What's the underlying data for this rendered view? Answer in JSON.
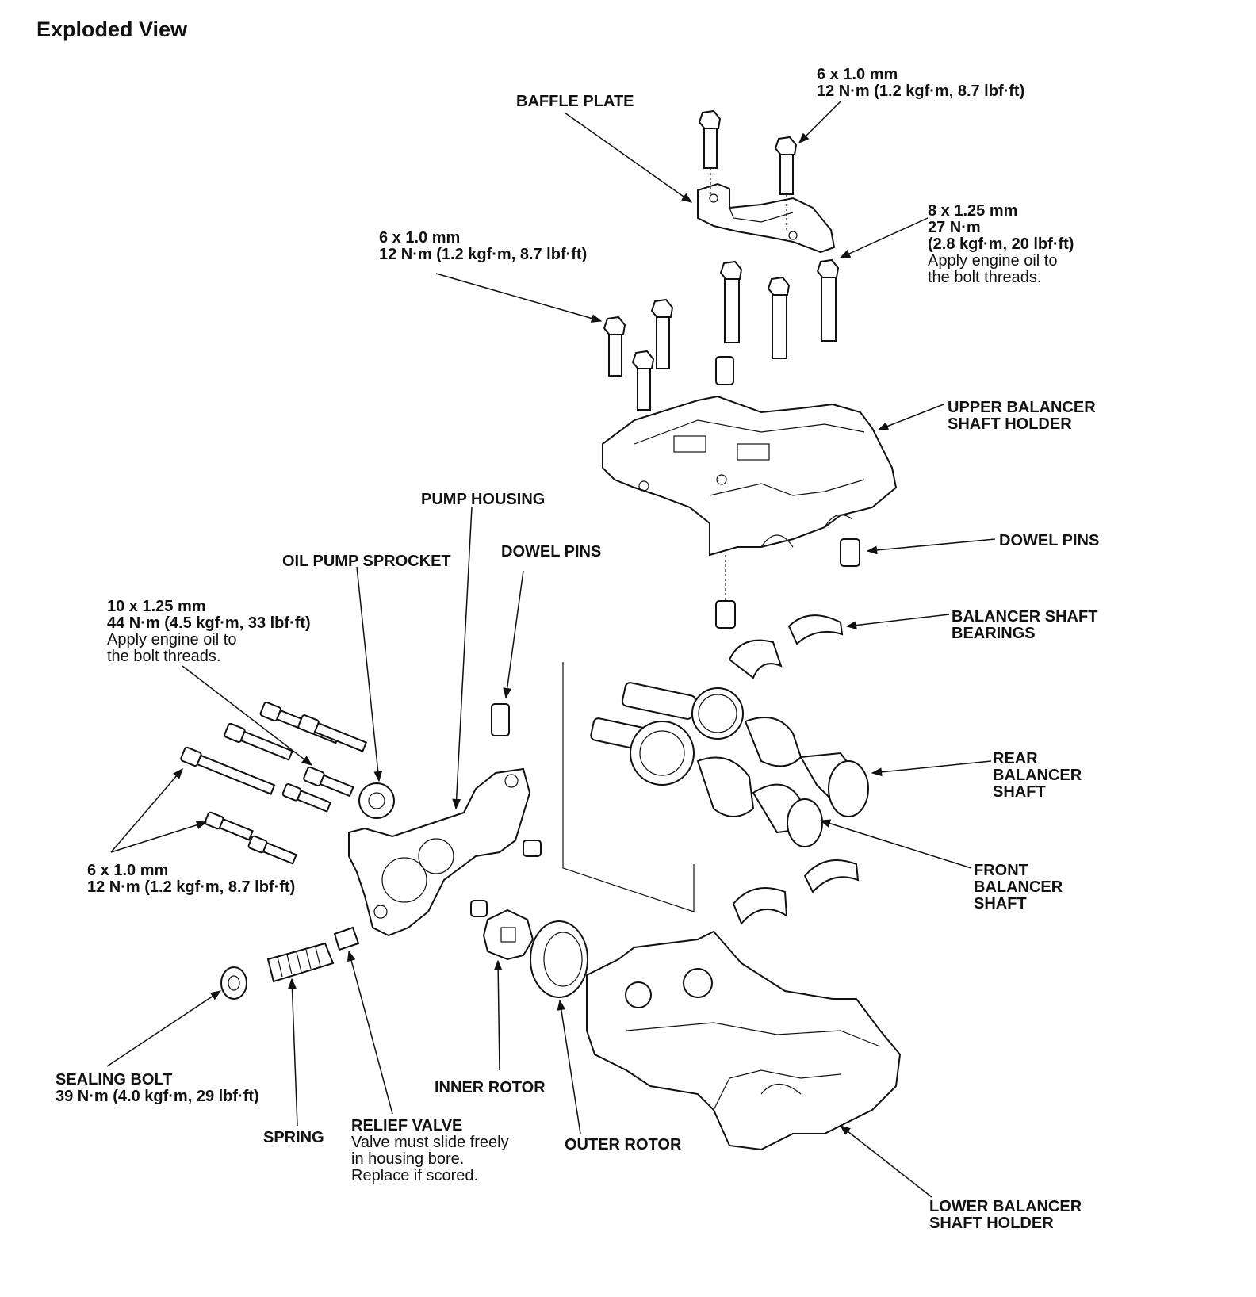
{
  "title": "Exploded View",
  "labels": {
    "baffle_plate": "BAFFLE PLATE",
    "bolt_6_top": {
      "size": "6 x 1.0 mm",
      "torque": "12 N·m (1.2 kgf·m, 8.7 lbf·ft)"
    },
    "bolt_8_125": {
      "size": "8 x 1.25 mm",
      "torque1": "27 N·m",
      "torque2": "(2.8 kgf·m, 20 lbf·ft)",
      "note1": "Apply engine oil to",
      "note2": "the bolt threads."
    },
    "bolt_6_mid": {
      "size": "6 x 1.0 mm",
      "torque": "12 N·m (1.2 kgf·m, 8.7 lbf·ft)"
    },
    "upper_holder": {
      "l1": "UPPER BALANCER",
      "l2": "SHAFT HOLDER"
    },
    "pump_housing": "PUMP HOUSING",
    "dowel_pins_right": "DOWEL PINS",
    "oil_pump_sprocket": "OIL PUMP SPROCKET",
    "dowel_pins_center": "DOWEL PINS",
    "bolt_10_125": {
      "size": "10 x 1.25 mm",
      "torque": "44 N·m (4.5 kgf·m, 33 lbf·ft)",
      "note1": "Apply engine oil to",
      "note2": "the bolt threads."
    },
    "bearings": {
      "l1": "BALANCER SHAFT",
      "l2": "BEARINGS"
    },
    "rear_shaft": {
      "l1": "REAR",
      "l2": "BALANCER",
      "l3": "SHAFT"
    },
    "bolt_6_left": {
      "size": "6 x 1.0 mm",
      "torque": "12 N·m (1.2 kgf·m, 8.7 lbf·ft)"
    },
    "front_shaft": {
      "l1": "FRONT",
      "l2": "BALANCER",
      "l3": "SHAFT"
    },
    "sealing_bolt": {
      "name": "SEALING BOLT",
      "torque": "39 N·m (4.0 kgf·m, 29 lbf·ft)"
    },
    "inner_rotor": "INNER ROTOR",
    "spring": "SPRING",
    "relief_valve": {
      "name": "RELIEF VALVE",
      "n1": "Valve must slide freely",
      "n2": "in housing bore.",
      "n3": "Replace if scored."
    },
    "outer_rotor": "OUTER ROTOR",
    "lower_holder": {
      "l1": "LOWER BALANCER",
      "l2": "SHAFT HOLDER"
    }
  }
}
